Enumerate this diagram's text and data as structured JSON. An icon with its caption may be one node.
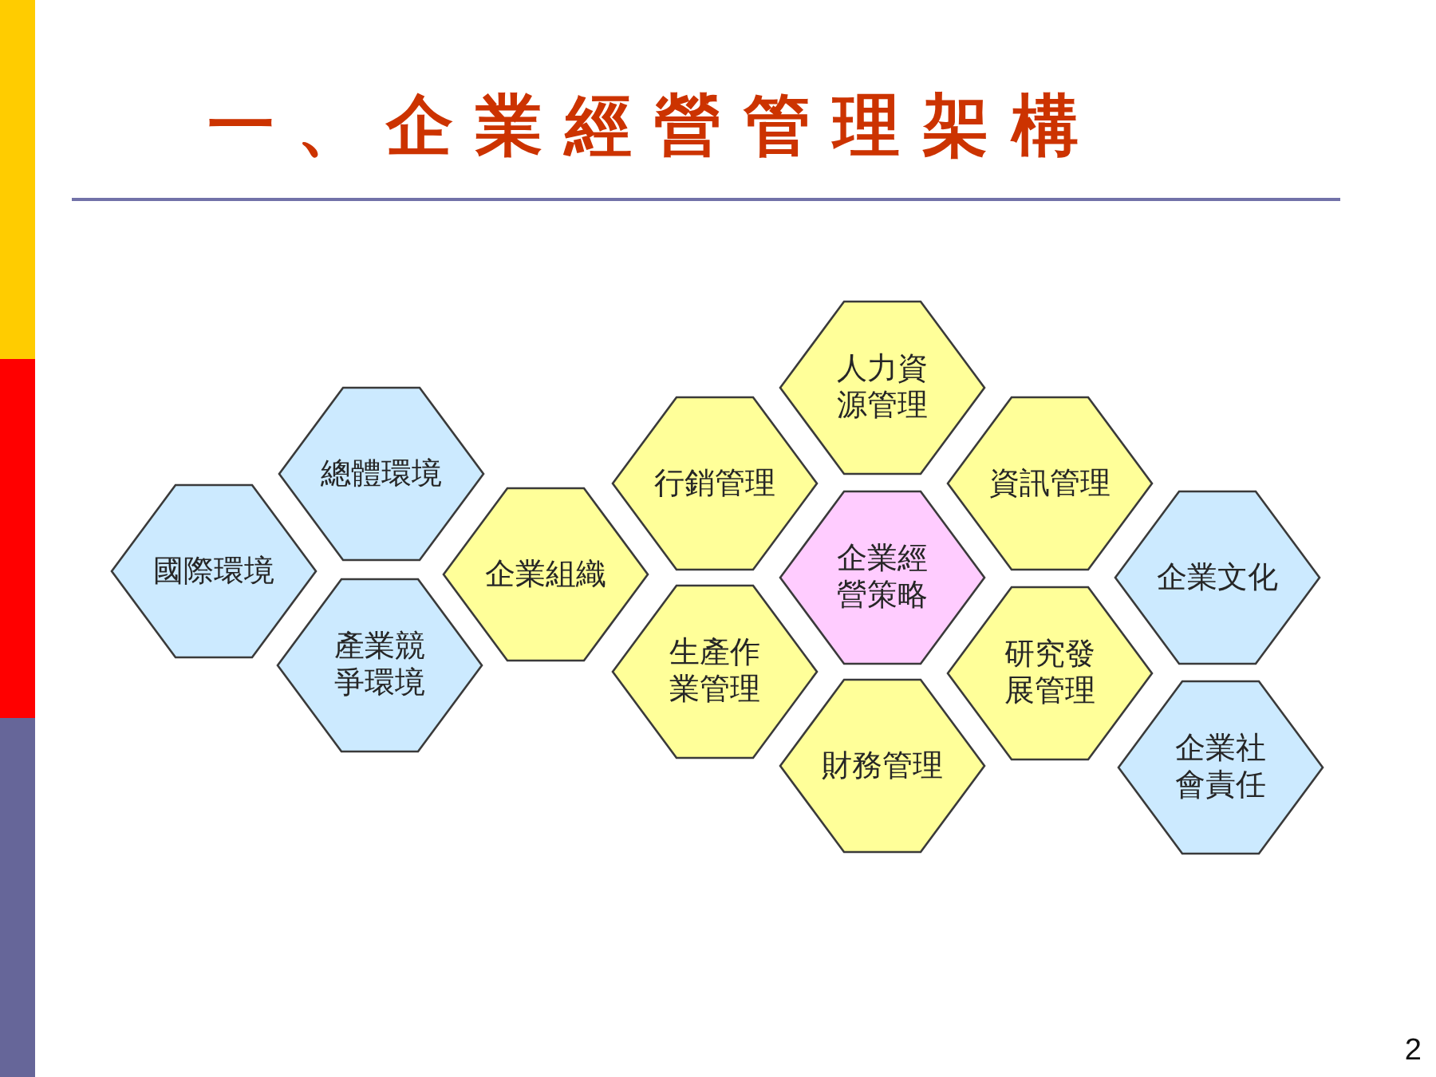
{
  "diagram": {
    "title": "一、企業經營管理架構",
    "nodes": [
      {
        "text": [
          "國際環境"
        ]
      },
      {
        "text": [
          "總體環境"
        ]
      },
      {
        "text": [
          "產業競爭環境"
        ]
      },
      {
        "text": [
          "企業組織"
        ]
      },
      {
        "text": [
          "行銷管理"
        ]
      },
      {
        "text": [
          "生產作業管理"
        ]
      },
      {
        "text": [
          "人力資源管理"
        ]
      },
      {
        "text": [
          "企業經營策略"
        ]
      },
      {
        "text": [
          "財務管理"
        ]
      },
      {
        "text": [
          "資訊管理"
        ]
      },
      {
        "text": [
          "研究發展管理"
        ]
      },
      {
        "text": [
          "企業文化"
        ]
      },
      {
        "text": [
          "企業社會責任"
        ]
      }
    ],
    "labels": [
      "2"
    ]
  }
}
